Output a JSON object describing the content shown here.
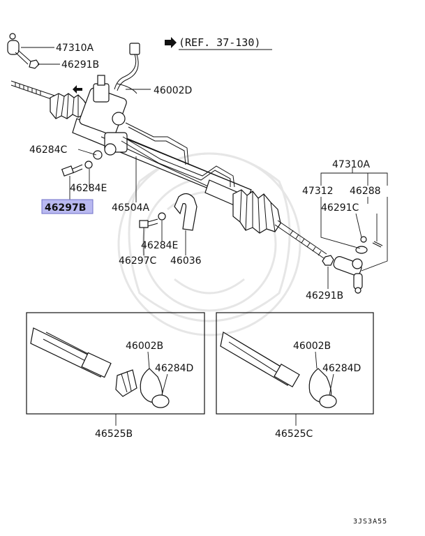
{
  "reference": "(REF. 37-130)",
  "diagram_code": "3JS3A55",
  "highlight_color": "#b9b9f0",
  "labels": {
    "p47310A_top": "47310A",
    "p46291B_top": "46291B",
    "p46002D": "46002D",
    "p46284C": "46284C",
    "p46284E_left": "46284E",
    "p46297B": "46297B",
    "p46504A": "46504A",
    "p46284E_mid": "46284E",
    "p46297C": "46297C",
    "p46036": "46036",
    "p47310A_right": "47310A",
    "p47312": "47312",
    "p46288": "46288",
    "p46291C": "46291C",
    "p46291B_right": "46291B",
    "p46002B_a": "46002B",
    "p46284D_a": "46284D",
    "p46525B": "46525B",
    "p46002B_b": "46002B",
    "p46284D_b": "46284D",
    "p46525C": "46525C"
  }
}
